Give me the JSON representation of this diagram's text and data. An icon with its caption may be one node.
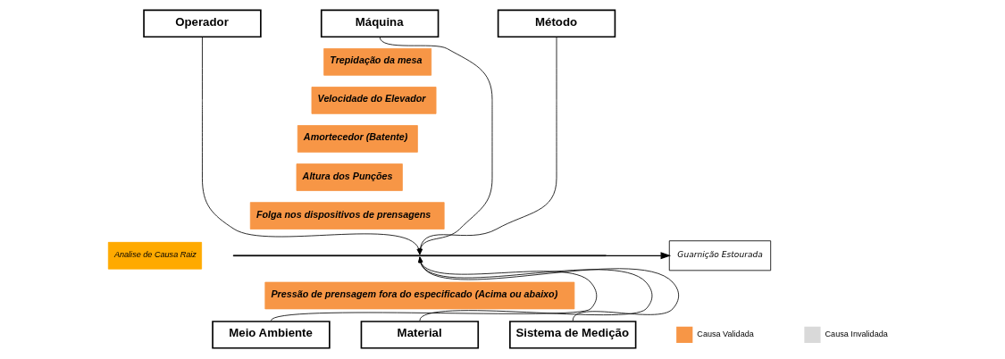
{
  "diagram": {
    "nodes": [
      {
        "text": [
          "Operador"
        ]
      },
      {
        "text": [
          "Máquina"
        ]
      },
      {
        "text": [
          "Método"
        ]
      },
      {
        "text": [
          "Trepidação da mesa"
        ]
      },
      {
        "text": [
          "Velocidade do Elevador"
        ]
      },
      {
        "text": [
          "Amortecedor (Batente)"
        ]
      },
      {
        "text": [
          "Altura dos Punções"
        ]
      },
      {
        "text": [
          "Folga nos dispositivos de prensagens"
        ]
      },
      {
        "text": [],
        "shape": "bar"
      },
      {
        "text": [
          "Guarnição Estourada"
        ]
      },
      {
        "text": [
          "Pressão de prensagem fora do especificado (Acima ou abaixo)"
        ]
      },
      {
        "text": [
          "Meio Ambiente"
        ]
      },
      {
        "text": [
          "Material"
        ]
      },
      {
        "text": [
          "Sistema de Medição"
        ]
      }
    ],
    "edges": [
      {
        "from": 0,
        "to": 8,
        "arrow": "to"
      },
      {
        "from": 1,
        "to": 8,
        "arrow": "to"
      },
      {
        "from": 2,
        "to": 8,
        "arrow": "to"
      },
      {
        "from": 11,
        "to": 8,
        "arrow": "to"
      },
      {
        "from": 12,
        "to": 8,
        "arrow": "to"
      },
      {
        "from": 13,
        "to": 8,
        "arrow": "to"
      },
      {
        "from": 8,
        "to": 9,
        "arrow": "to"
      }
    ],
    "labels": [
      "Analise de Causa Raiz"
    ],
    "legend": [
      {
        "text": "Causa Validada",
        "color": "#f79646"
      },
      {
        "text": "Causa Invalidada",
        "color": "#d9d9d9"
      }
    ]
  }
}
